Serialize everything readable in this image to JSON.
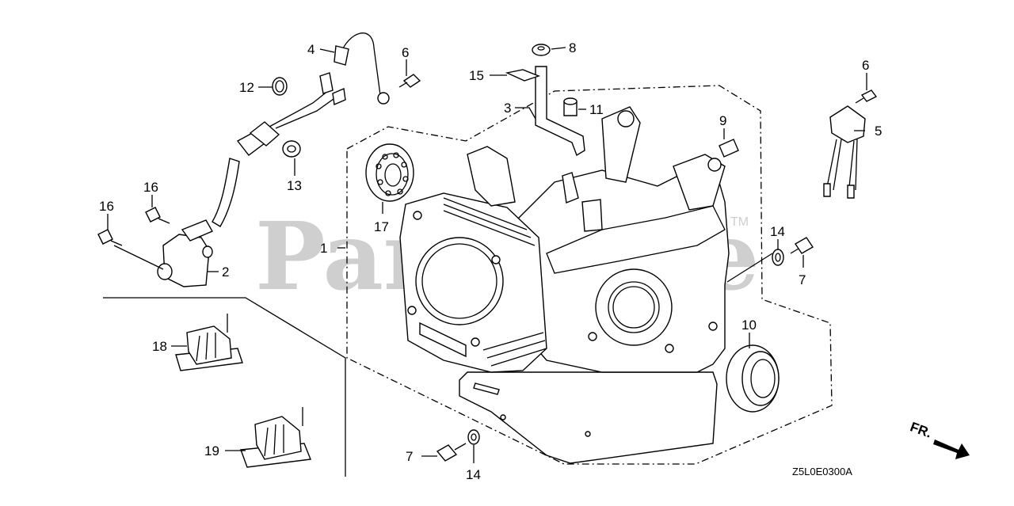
{
  "watermark": {
    "text": "PartsTree",
    "trademark": "TM"
  },
  "drawing_code": "Z5L0E0300A",
  "direction_label": "FR.",
  "callouts": [
    {
      "id": "c1",
      "text": "1"
    },
    {
      "id": "c2",
      "text": "2"
    },
    {
      "id": "c3",
      "text": "3"
    },
    {
      "id": "c4",
      "text": "4"
    },
    {
      "id": "c5",
      "text": "5"
    },
    {
      "id": "c6a",
      "text": "6"
    },
    {
      "id": "c6b",
      "text": "6"
    },
    {
      "id": "c7a",
      "text": "7"
    },
    {
      "id": "c7b",
      "text": "7"
    },
    {
      "id": "c8",
      "text": "8"
    },
    {
      "id": "c9",
      "text": "9"
    },
    {
      "id": "c10",
      "text": "10"
    },
    {
      "id": "c11",
      "text": "11"
    },
    {
      "id": "c12",
      "text": "12"
    },
    {
      "id": "c13",
      "text": "13"
    },
    {
      "id": "c14a",
      "text": "14"
    },
    {
      "id": "c14b",
      "text": "14"
    },
    {
      "id": "c15",
      "text": "15"
    },
    {
      "id": "c16a",
      "text": "16"
    },
    {
      "id": "c16b",
      "text": "16"
    },
    {
      "id": "c17",
      "text": "17"
    },
    {
      "id": "c18",
      "text": "18"
    },
    {
      "id": "c19",
      "text": "19"
    }
  ]
}
